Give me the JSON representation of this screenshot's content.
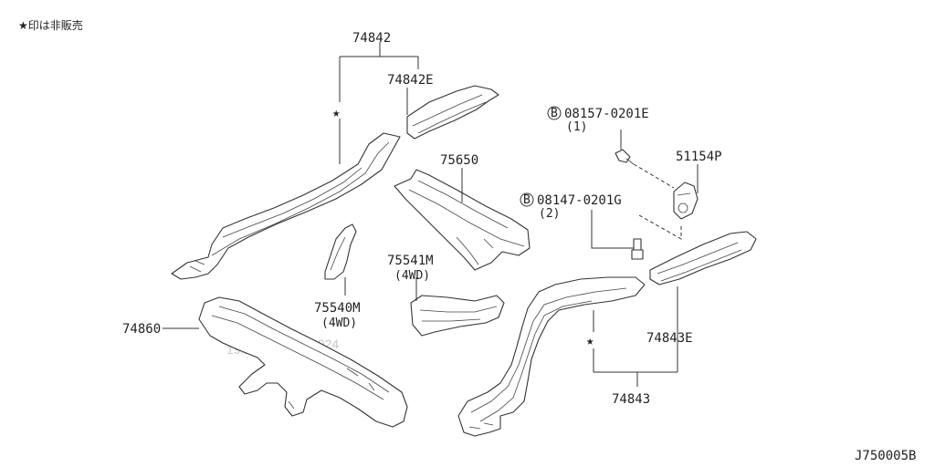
{
  "note": "★印は非販売",
  "code": "J750005B",
  "watermark": [
    "19.2",
    "2024"
  ],
  "parts": {
    "p74842": "74842",
    "p74842e": "74842E",
    "p75650": "75650",
    "p75541m": "75541M",
    "p75541m_sub": "(4WD)",
    "p75540m": "75540M",
    "p75540m_sub": "(4WD)",
    "p74860": "74860",
    "p51154p": "51154P",
    "p74843e": "74843E",
    "p74843": "74843"
  },
  "bolts": [
    {
      "marker": "B",
      "number": "08157-0201E",
      "qty": "(1)"
    },
    {
      "marker": "B",
      "number": "08147-0201G",
      "qty": "(2)"
    }
  ],
  "star": "★"
}
